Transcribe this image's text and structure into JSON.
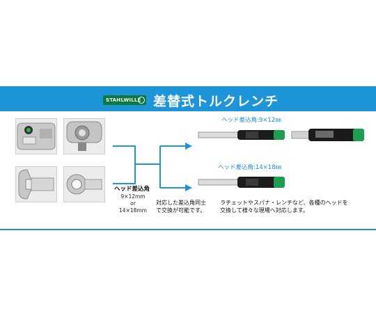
{
  "title": {
    "brand_logo_text": "STAHLWILLE",
    "text": "差替式トルクレンチ"
  },
  "left": {
    "head_label": "ヘッド差込角",
    "spec1": "9×12mm",
    "spec2": "or",
    "spec3": "14×18mm"
  },
  "top_right": {
    "caption": "ヘッド差込角:9×12㎜"
  },
  "bottom_right": {
    "caption": "ヘッド差込角:14×18㎜"
  },
  "notes": {
    "left_line1": "対応した差込角同士",
    "left_line2": "で交換が可能です。",
    "right_line1": "ラチェットやスパナ・レンチなど、各種のヘッドを",
    "right_line2": "交換して様々な現場へ対応します。"
  },
  "colors": {
    "accent_blue": "#1e95d8",
    "logo_green": "#0b7a3f",
    "grip_green": "#1aa050"
  }
}
